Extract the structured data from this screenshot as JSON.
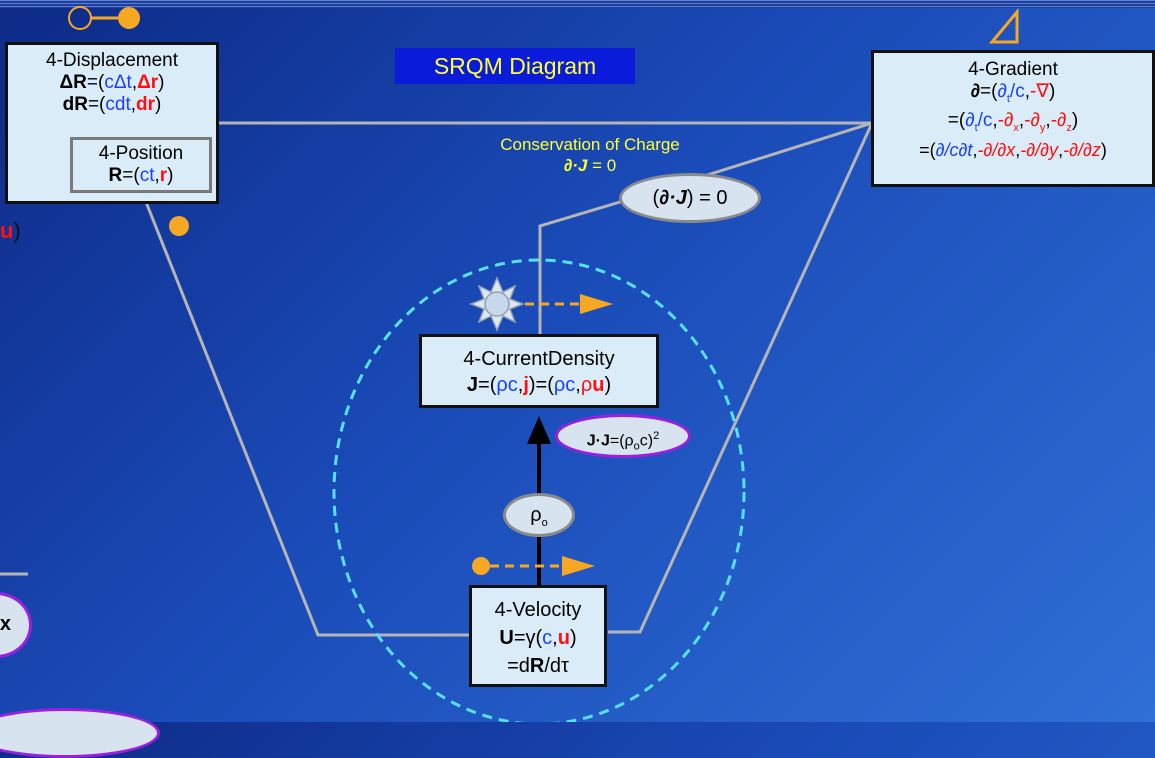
{
  "title": "SRQM Diagram",
  "displacement": {
    "title": "4-Displacement",
    "line1": {
      "sym": "ΔR",
      "eq": "=(",
      "a": "cΔt",
      "comma": ",",
      "b": "Δr",
      "close": ")"
    },
    "line2": {
      "sym": "dR",
      "eq": "=(",
      "a": "cdt",
      "comma": ",",
      "b": "dr",
      "close": ")"
    }
  },
  "position": {
    "title": "4-Position",
    "line": {
      "sym": "R",
      "eq": "=(",
      "a": "ct",
      "comma": ",",
      "b": "r",
      "close": ")"
    }
  },
  "gradient": {
    "title": "4-Gradient",
    "line1": {
      "sym": "∂",
      "eq": "=(",
      "a": "∂",
      "a_sub": "t",
      "a_rest": "/c",
      "comma": ",",
      "b": "-∇",
      "close": ")"
    },
    "line2": {
      "pre": "=(",
      "a": "∂",
      "a_sub": "t",
      "a_rest": "/c",
      "c1": ",",
      "b1": "-∂",
      "b1_sub": "x",
      "c2": ",",
      "b2": "-∂",
      "b2_sub": "y",
      "c3": ",",
      "b3": "-∂",
      "b3_sub": "z",
      "close": ")"
    },
    "line3": {
      "pre": "=(",
      "a": "∂/c∂t",
      "c1": ",",
      "b1": "-∂/∂x",
      "c2": ",",
      "b2": "-∂/∂y",
      "c3": ",",
      "b3": "-∂/∂z",
      "close": ")"
    }
  },
  "current_density": {
    "title": "4-CurrentDensity",
    "line": {
      "sym": "J",
      "eq1": "=(",
      "a": "ρc",
      "c1": ",",
      "b": "j",
      "eq2": ")=(",
      "a2": "ρc",
      "c2": ",",
      "b2": "ρ",
      "b2u": "u",
      "close": ")"
    }
  },
  "velocity": {
    "title": "4-Velocity",
    "line1": {
      "sym": "U",
      "eq": "=γ(",
      "a": "c",
      "comma": ",",
      "b": "u",
      "close": ")"
    },
    "line2": {
      "pre": "=d",
      "sym": "R",
      "post": "/dτ"
    }
  },
  "conservation": {
    "label": "Conservation of Charge",
    "eq_sym": "∂·J",
    "eq_rest": " = 0"
  },
  "conservation_ellipse": {
    "open": "(",
    "sym": "∂·J",
    "rest": ") = 0"
  },
  "invariant": {
    "sym": "J·J",
    "eq": "=(ρ",
    "sub": "o",
    "rest": "c)",
    "sup": "2"
  },
  "rho_label": {
    "sym": "ρ",
    "sub": "o"
  },
  "left_partial": {
    "bold_u": "u",
    "close": ")",
    "x": "x"
  },
  "colors": {
    "accent_orange": "#f7a823",
    "dashed_circle": "#58e0ff",
    "title_bg": "#0a1bd9",
    "box_bg": "#d9ecf7",
    "purple": "#9b1fe0"
  }
}
